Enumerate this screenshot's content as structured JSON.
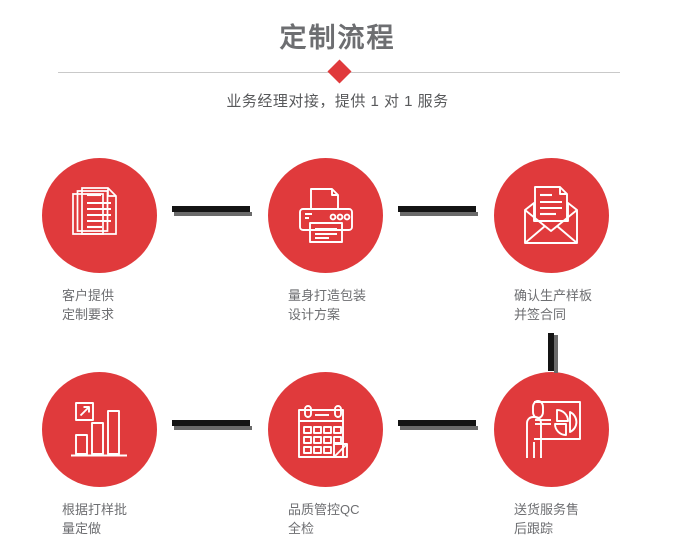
{
  "header": {
    "title": "定制流程",
    "subtitle": "业务经理对接，提供 1 对 1 服务",
    "divider_icon": "diamond-marker",
    "accent_color": "#e03a3c",
    "title_color": "#6d6e71",
    "divider_color": "#c9c9c9"
  },
  "flow": {
    "circle_color": "#e03a3c",
    "connector_color": "#141414",
    "connector_shadow_color": "#6a6a6a",
    "label_color": "#6d6e71",
    "steps": [
      {
        "id": "step-1",
        "icon": "documents-stack-icon",
        "label": "客户提供\n定制要求"
      },
      {
        "id": "step-2",
        "icon": "printer-icon",
        "label": "量身打造包装\n设计方案"
      },
      {
        "id": "step-3",
        "icon": "envelope-letter-icon",
        "label": "确认生产样板\n并签合同"
      },
      {
        "id": "step-4",
        "icon": "bar-chart-growth-icon",
        "label": "根据打样批\n量定做"
      },
      {
        "id": "step-5",
        "icon": "calendar-icon",
        "label": "品质管控QC\n全检"
      },
      {
        "id": "step-6",
        "icon": "presenter-chart-icon",
        "label": "送货服务售\n后跟踪"
      }
    ],
    "connectors": [
      {
        "id": "conn-h-1",
        "orientation": "horizontal"
      },
      {
        "id": "conn-h-2",
        "orientation": "horizontal"
      },
      {
        "id": "conn-v-1",
        "orientation": "vertical"
      },
      {
        "id": "conn-h-3",
        "orientation": "horizontal"
      },
      {
        "id": "conn-h-4",
        "orientation": "horizontal"
      }
    ]
  }
}
